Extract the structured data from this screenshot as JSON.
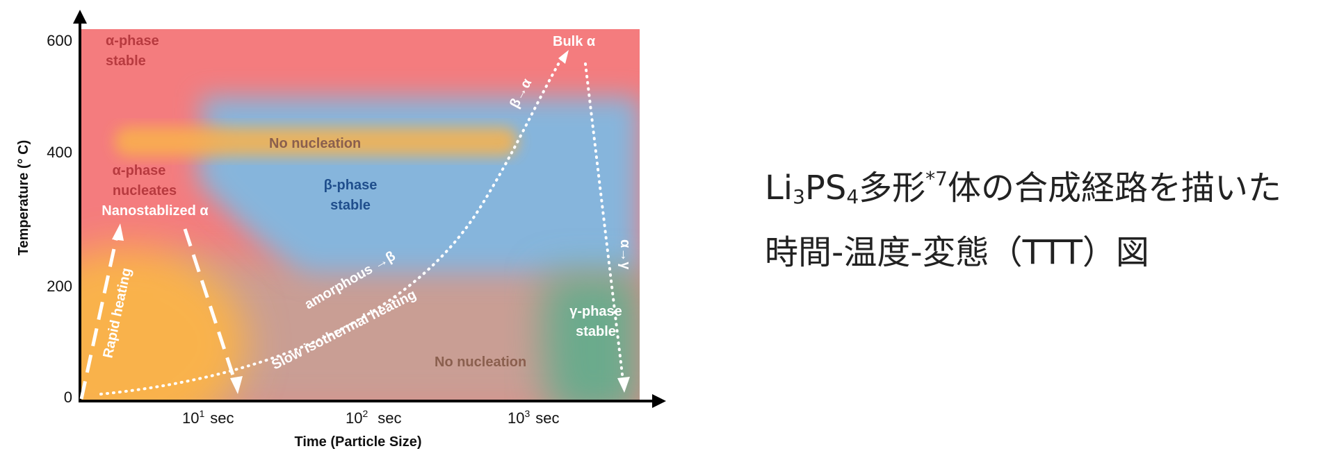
{
  "diagram": {
    "axes": {
      "y_label": "Temperature (° C)",
      "x_label": "Time (Particle Size)",
      "y_ticks": [
        "600",
        "400",
        "200",
        "0"
      ],
      "x_ticks": [
        "10",
        "10",
        "10"
      ],
      "x_tick_exponents": [
        "1",
        "2",
        "3"
      ],
      "x_tick_unit": "sec"
    },
    "regions": {
      "alpha_stable_1": "α-phase",
      "alpha_stable_2": "stable",
      "no_nucleation_top": "No nucleation",
      "alpha_nucleates_1": "α-phase",
      "alpha_nucleates_2": "nucleates",
      "nanostabilized": "Nanostablized α",
      "beta_stable_1": "β-phase",
      "beta_stable_2": "stable",
      "no_nucleation_bottom": "No nucleation",
      "gamma_stable_1": "γ-phase",
      "gamma_stable_2": "stable",
      "bulk_alpha": "Bulk α"
    },
    "paths": {
      "rapid_heating": "Rapid heating",
      "slow_isothermal": "Slow isothermal heating",
      "amorphous_beta": "amorphous →β",
      "beta_alpha": "β→α",
      "alpha_gamma": "α→γ"
    },
    "colors": {
      "alpha_red": "#f47c7e",
      "beta_blue": "#86b5dc",
      "orange": "#f9b24b",
      "mauve": "#c99e94",
      "gamma_green": "#6aaa8c",
      "beta_text": "#1f4e8c"
    }
  },
  "caption": {
    "line1_a": "Li",
    "line1_sub1": "3",
    "line1_b": "PS",
    "line1_sub2": "4",
    "line1_c": "多形",
    "line1_sup": "*7",
    "line1_d": "体の合成経路を描いた",
    "line2": "時間-温度-変態（TTT）図"
  }
}
